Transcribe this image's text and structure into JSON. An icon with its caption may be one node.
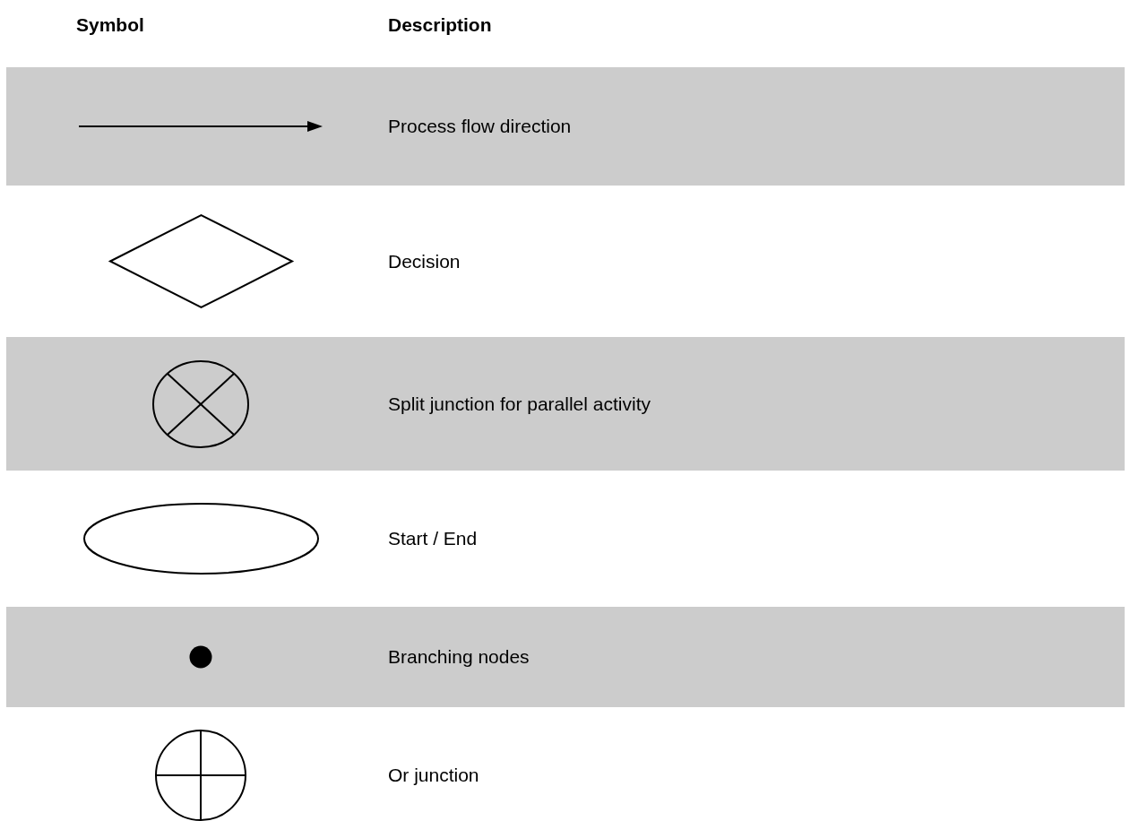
{
  "diagram": {
    "labels": [
      "Symbol",
      "Description"
    ],
    "legend": [
      {
        "text": "Process flow direction"
      },
      {
        "text": "Decision"
      },
      {
        "text": "Split junction for parallel activity"
      },
      {
        "text": "Start / End"
      },
      {
        "text": "Branching nodes"
      },
      {
        "text": "Or junction"
      }
    ]
  }
}
